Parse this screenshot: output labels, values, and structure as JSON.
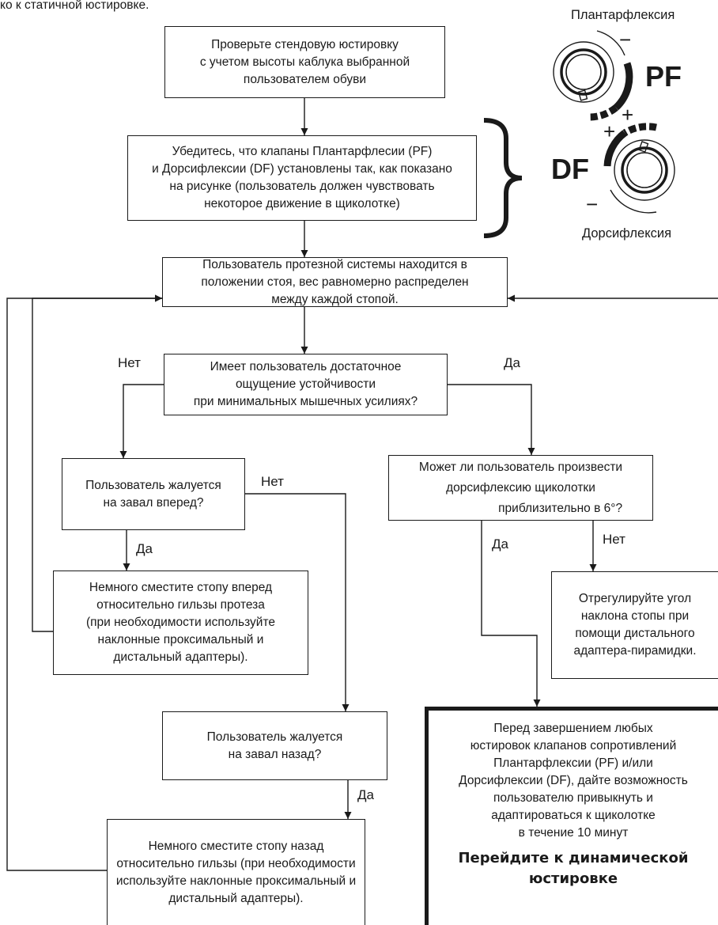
{
  "intro_text": "ко к статичной юстировке.",
  "valves": {
    "pf_caption": "Плантарфлексия",
    "pf_label": "PF",
    "df_label": "DF",
    "df_caption": "Дорсифлексия",
    "plus": "+",
    "minus": "−"
  },
  "boxes": {
    "check_alignment": [
      "Проверьте стендовую юстировку",
      "с учетом высоты каблука выбранной",
      "пользователем обуви"
    ],
    "ensure_valves": [
      "Убедитесь, что клапаны Плантарфлесии (PF)",
      "и Дорсифлексии (DF) установлены так, как показано",
      "на рисунке (пользователь должен чувствовать",
      "некоторое движение в щиколотке)"
    ],
    "standing": [
      "Пользователь протезной системы находится в",
      "положении стоя, вес равномерно распределен",
      "между каждой стопой."
    ],
    "stability_question": [
      "Имеет пользователь достаточное",
      "ощущение устойчивости",
      "при минимальных мышечных усилиях?"
    ],
    "forward_fall_question": [
      "Пользователь жалуется",
      "на завал вперед?"
    ],
    "move_forward": [
      "Немного сместите стопу вперед",
      "относительно гильзы протеза",
      "(при необходимости используйте",
      "наклонные проксимальный и",
      "дистальный адаптеры)."
    ],
    "dorsiflex_question": [
      "Может ли пользователь произвести",
      "дорсифлексию щиколотки",
      "приблизительно в 6°?"
    ],
    "adjust_angle": [
      "Отрегулируйте угол",
      "наклона стопы при",
      "помощи дистального",
      "адаптера-пирамидки."
    ],
    "backward_fall_question": [
      "Пользователь жалуется",
      "на завал назад?"
    ],
    "move_backward": [
      "Немного сместите стопу назад",
      "относительно гильзы (при необходимости",
      "используйте наклонные проксимальный и",
      "дистальный адаптеры)."
    ],
    "final_note": [
      "Перед завершением любых",
      "юстировок клапанов сопротивлений",
      "Плантарфлексии (PF) и/или",
      "Дорсифлексии (DF), дайте возможность",
      "пользователю привыкнуть и",
      "адаптироваться к щиколотке",
      "в течение 10 минут"
    ],
    "final_action": [
      "Перейдите к динамической",
      "юстировке"
    ]
  },
  "labels": {
    "no": "Нет",
    "yes": "Да"
  }
}
